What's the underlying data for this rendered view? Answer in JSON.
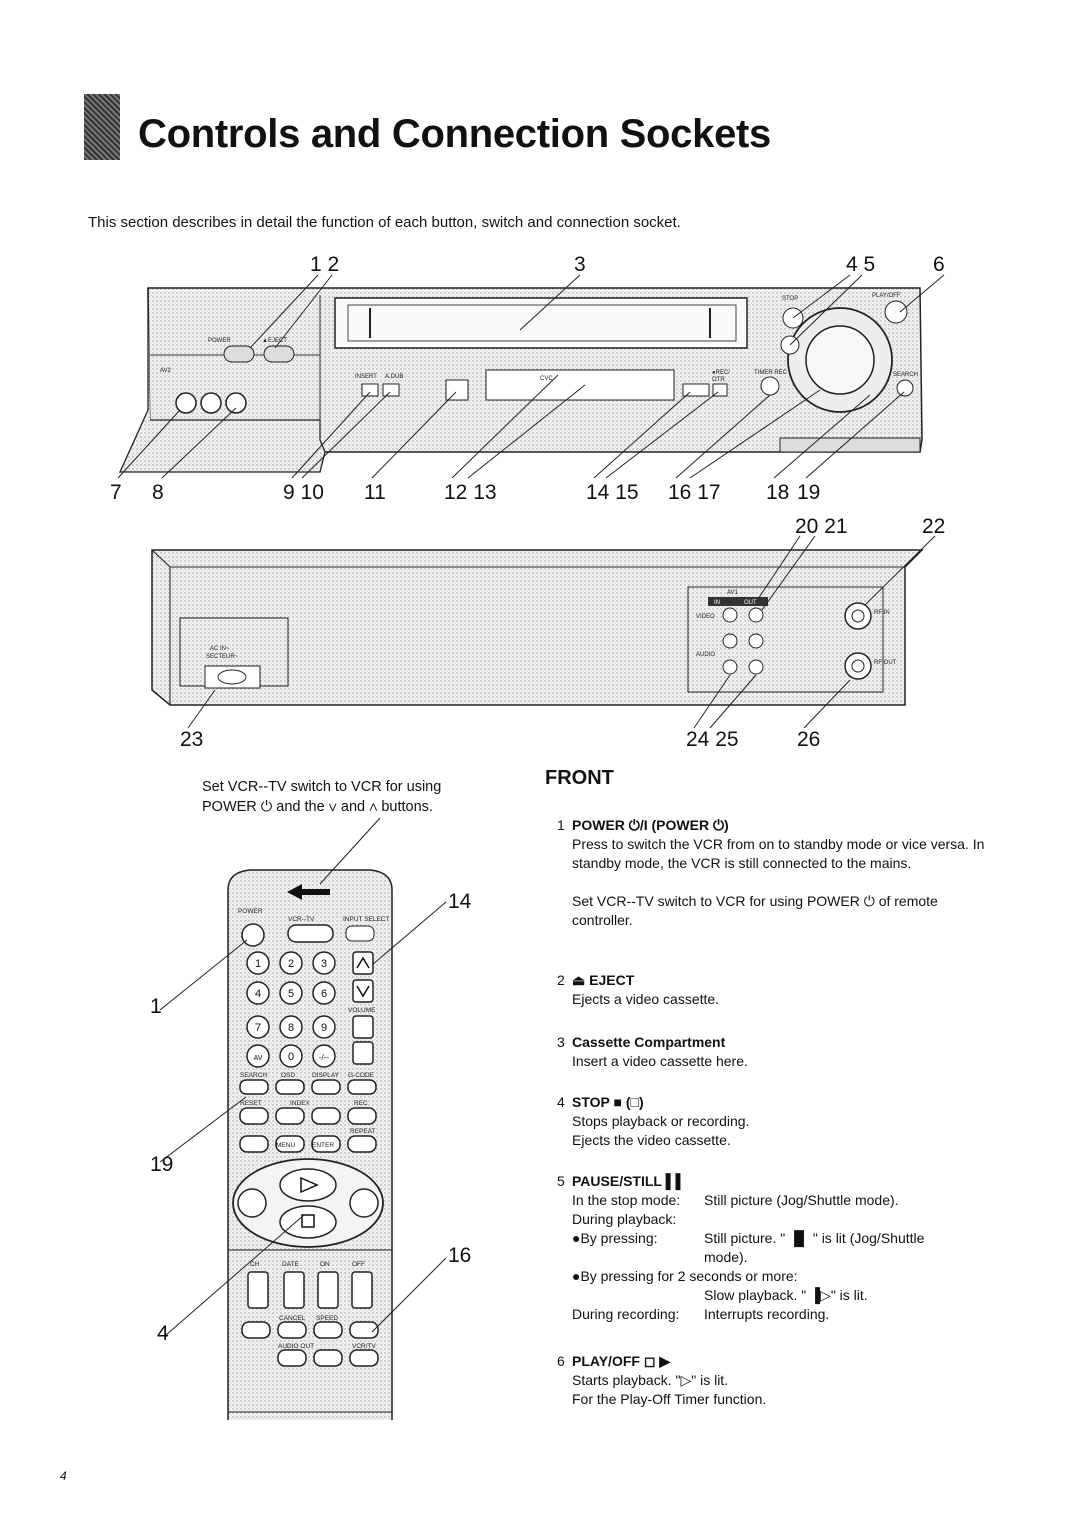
{
  "page": {
    "title": "Controls and Connection Sockets",
    "intro": "This section describes in detail the function of each button, switch and connection socket.",
    "page_number": "4"
  },
  "callouts": {
    "top_row": [
      "1 2",
      "3",
      "4 5",
      "6"
    ],
    "bottom_row": [
      "7",
      "8",
      "9 10",
      "11",
      "12 13",
      "14 15",
      "16 17",
      "18",
      "19"
    ],
    "rear_top": [
      "20 21",
      "22"
    ],
    "rear_bottom": [
      "23",
      "24 25",
      "26"
    ],
    "remote": [
      "14",
      "1",
      "19",
      "16",
      "4"
    ]
  },
  "vcr_front_labels": {
    "power": "POWER",
    "eject": "▲EJECT",
    "av2": "AV2",
    "insert": "INSERT",
    "adub": "A.DUB",
    "cvc": "CVC",
    "rec": "●REC/",
    "otr": "OTR",
    "timer": "TIMER REC",
    "stop": "STOP",
    "playoff": "PLAY/OFF",
    "search": "SEARCH"
  },
  "vcr_rear_labels": {
    "acin": "AC IN~",
    "secteur": "SECTEUR~",
    "av1": "AV1",
    "in": "IN",
    "out": "OUT",
    "video": "VIDEO",
    "audio": "AUDIO",
    "rfin": "RF IN",
    "rfout": "RF OUT"
  },
  "remote_labels": {
    "power": "POWER",
    "vcrtv": "VCR--TV",
    "input": "INPUT SELECT",
    "volume": "VOLUME",
    "search": "SEARCH",
    "osd": "OSD",
    "display": "DISPLAY",
    "gcode": "G-CODE",
    "reset": "RESET",
    "index": "INDEX",
    "rec": "REC",
    "menu": "MENU",
    "enter": "ENTER",
    "repeat": "REPEAT",
    "ch": "CH",
    "date": "DATE",
    "on": "ON",
    "off": "OFF",
    "cancel": "CANCEL",
    "speed": "SPEED",
    "audioout": "AUDIO OUT",
    "vcrtv2": "VCR/TV"
  },
  "remote_note": {
    "line1": "Set VCR--TV switch to VCR for using",
    "line2": "POWER ⏻ and the ∨ and ∧ buttons."
  },
  "front": {
    "heading": "FRONT",
    "entries": [
      {
        "num": "1",
        "title": "POWER ⏻/I (POWER ⏻)",
        "lines": [
          "Press to switch the VCR from on to standby mode or vice versa. In standby mode, the VCR is still connected to the mains.",
          "",
          "Set VCR--TV switch to VCR for using POWER ⏻ of remote controller."
        ]
      },
      {
        "num": "2",
        "title": "⏏ EJECT",
        "lines": [
          "Ejects a video cassette."
        ]
      },
      {
        "num": "3",
        "title": "Cassette Compartment",
        "lines": [
          "Insert a video cassette here."
        ]
      },
      {
        "num": "4",
        "title": "STOP ■ (□)",
        "lines": [
          "Stops playback or recording.",
          "Ejects the video cassette."
        ]
      },
      {
        "num": "5",
        "title": "PAUSE/STILL ▌▌",
        "lines": []
      },
      {
        "num": "6",
        "title": "PLAY/OFF ◻ ▶",
        "lines": [
          "Starts playback. \"▷\" is lit.",
          "For the Play-Off Timer function."
        ]
      }
    ],
    "pause_rows": [
      {
        "label": "In the stop mode:",
        "value": "Still picture (Jog/Shuttle mode)."
      },
      {
        "label": "During playback:",
        "value": ""
      },
      {
        "label": "●By pressing:",
        "value": "Still picture. \" ▐▌ \" is lit (Jog/Shuttle mode)."
      },
      {
        "label": "●By pressing for 2 seconds or more:",
        "value": ""
      },
      {
        "label": "",
        "value": "Slow playback. \" ▐▷\" is lit."
      },
      {
        "label": "During recording:",
        "value": "Interrupts recording."
      }
    ]
  }
}
